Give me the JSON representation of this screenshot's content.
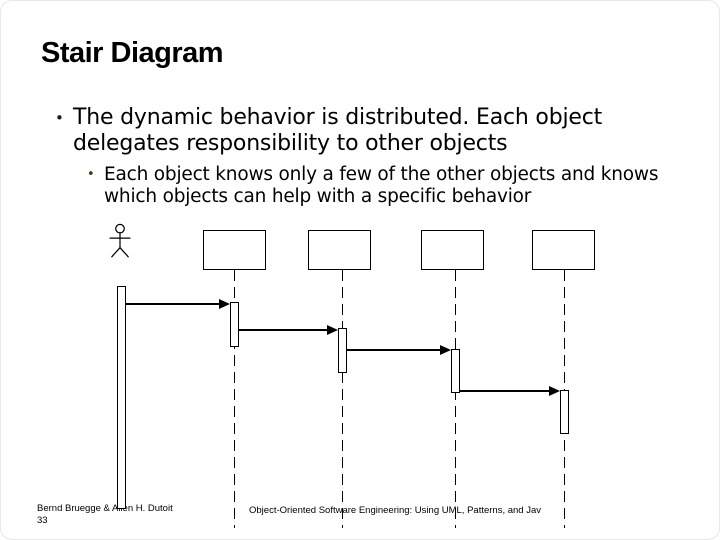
{
  "slide": {
    "title": "Stair Diagram",
    "bullet_marker": "•",
    "bullets": [
      {
        "level": 1,
        "text": "The dynamic behavior is distributed. Each object delegates responsibility to other objects"
      },
      {
        "level": 2,
        "text": "Each object knows only a few of the other objects and knows which objects can help with a specific behavior"
      }
    ]
  },
  "diagram": {
    "type": "uml-sequence-diagram",
    "pattern": "stair",
    "actor_icon": "stick-figure-actor-icon",
    "object_count": 4,
    "object_labels": [
      "",
      "",
      "",
      ""
    ],
    "message_count": 4,
    "message_labels": [
      "",
      "",
      "",
      ""
    ]
  },
  "footer": {
    "authors": "Bernd Bruegge & Allen H. Dutoit",
    "page_number": "33",
    "book_title": "Object-Oriented Software Engineering: Using UML, Patterns, and Jav"
  },
  "colors": {
    "background": "#ffffff",
    "text": "#000000",
    "sub_bullet_marker": "#3d3d20",
    "slide_border": "#e7e7e7",
    "diagram_stroke": "#000000"
  }
}
